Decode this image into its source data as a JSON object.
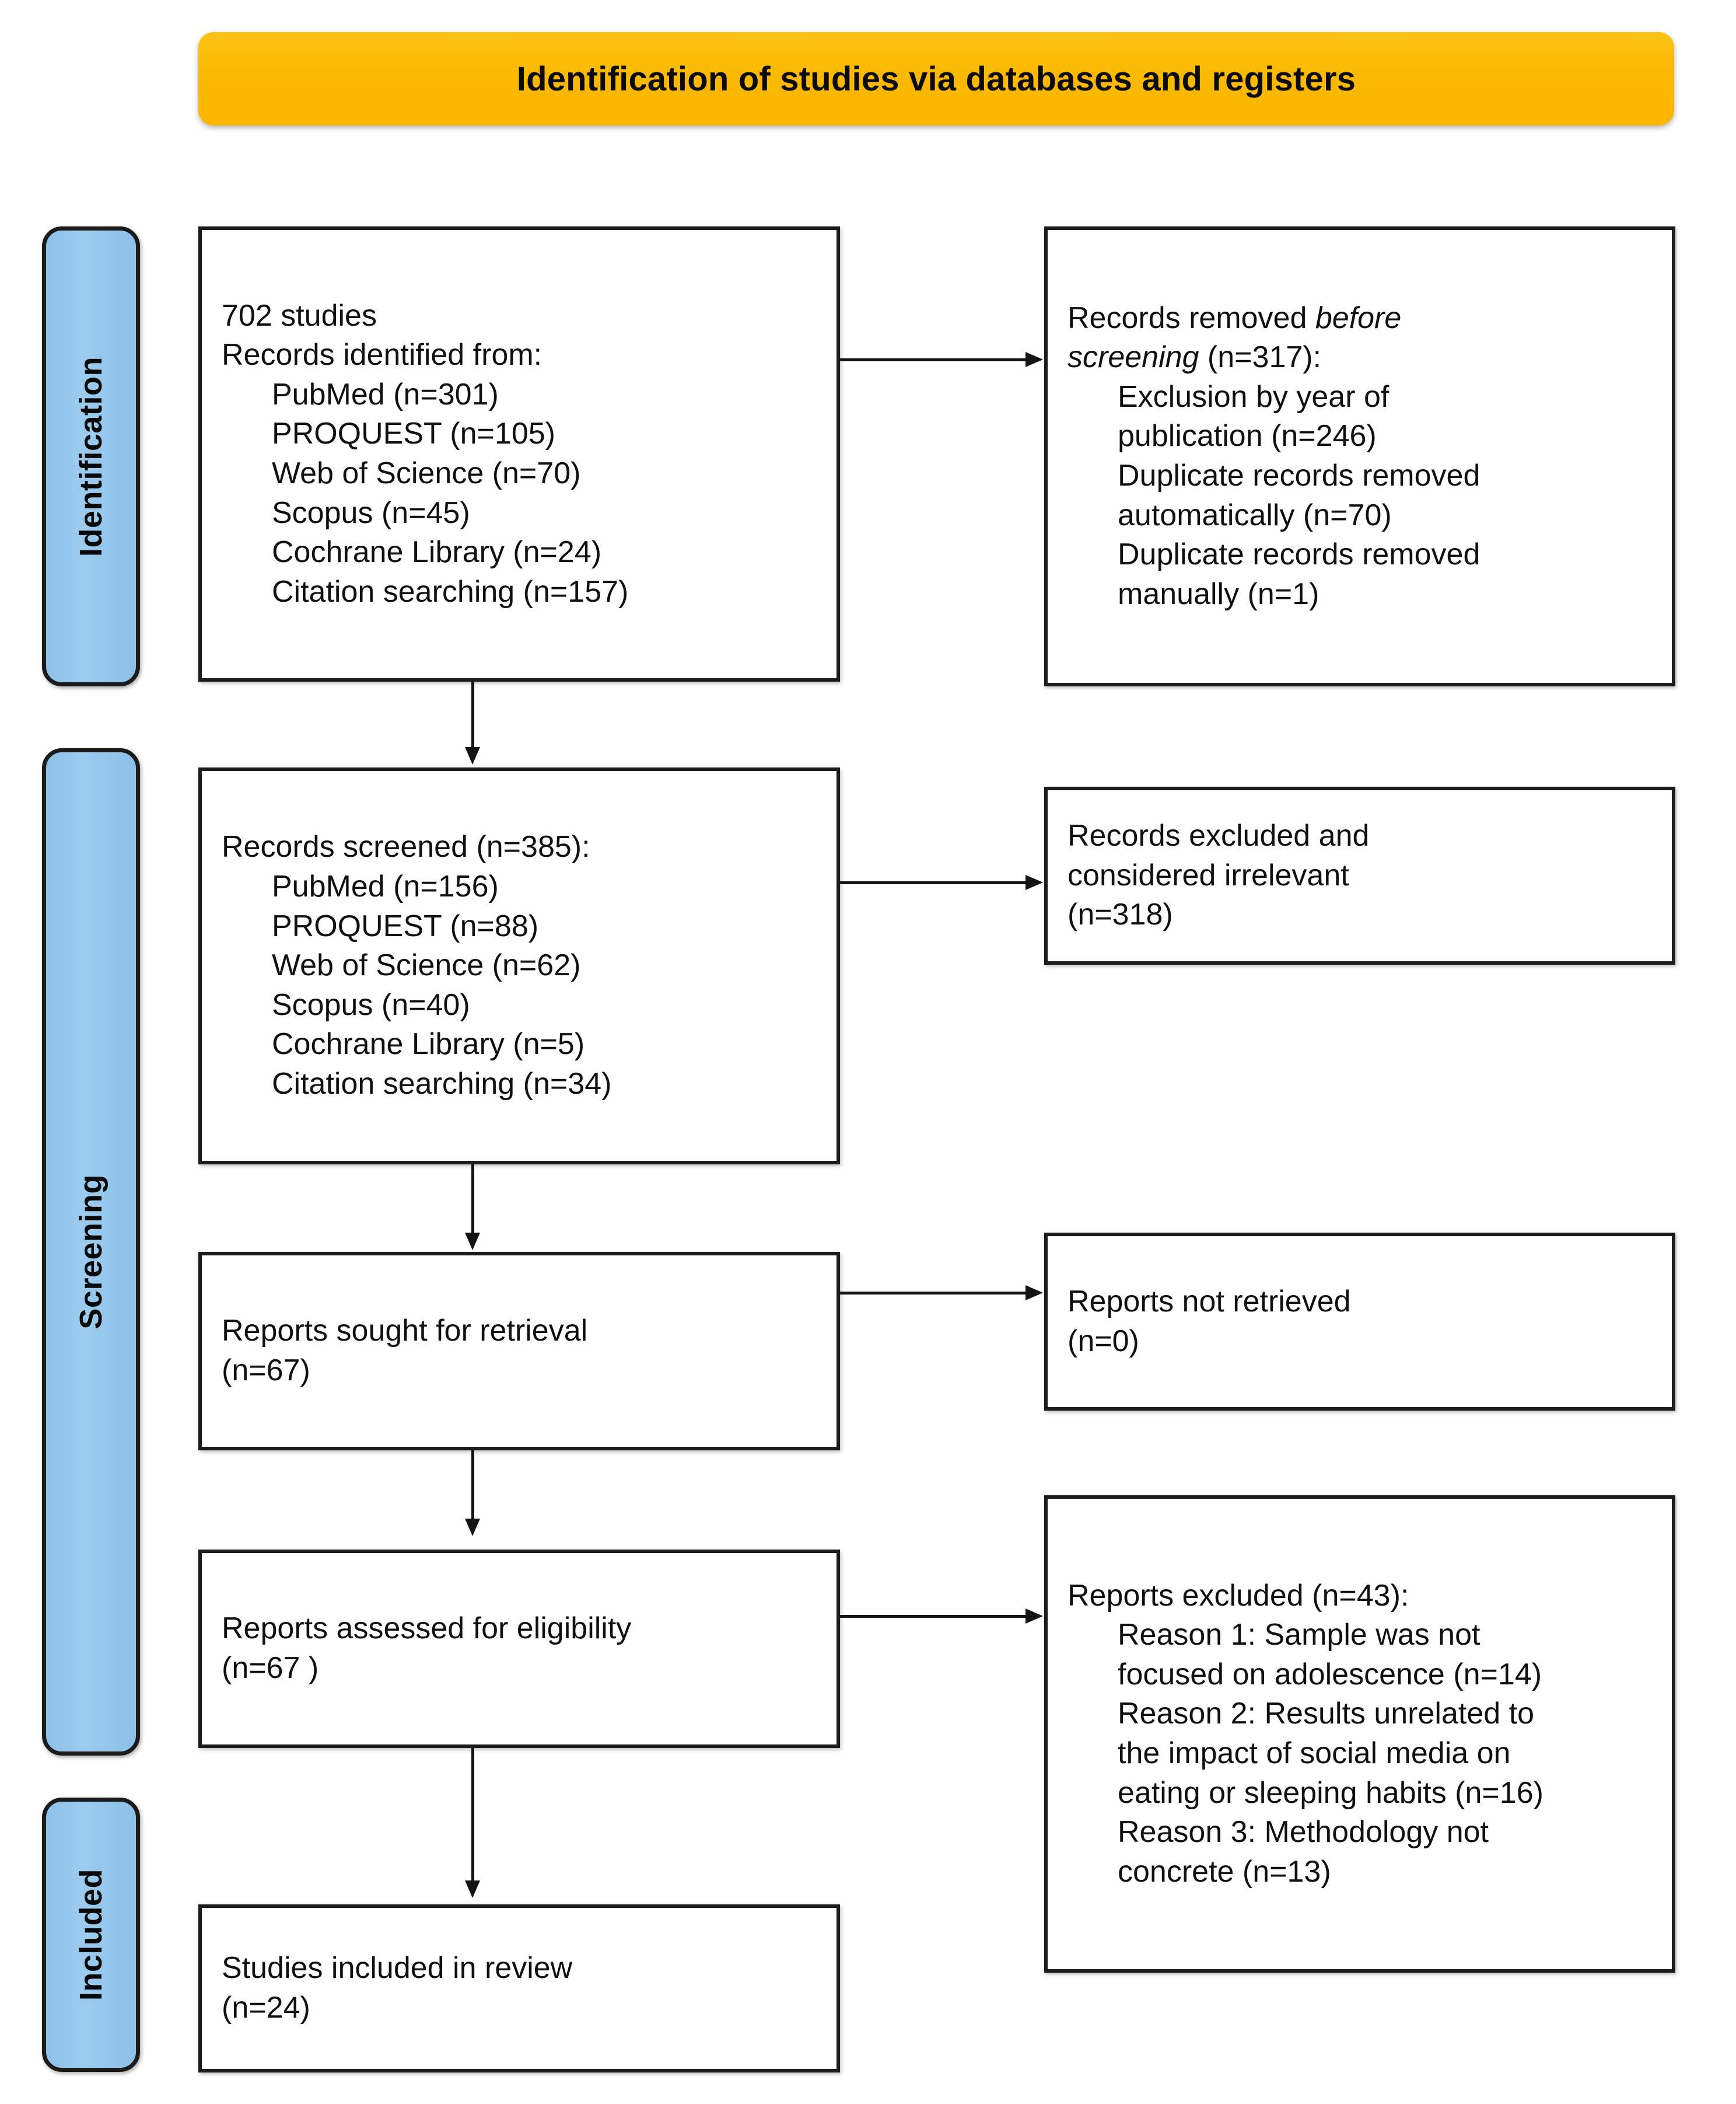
{
  "banner": {
    "title": "Identification of studies via databases and registers",
    "color": "#fbba0b"
  },
  "stages": [
    {
      "label": "Identification"
    },
    {
      "label": "Screening"
    },
    {
      "label": "Included"
    }
  ],
  "stage_color": "#8cc1e8",
  "boxes": {
    "identified": {
      "lines": [
        {
          "text": "702 studies",
          "indent": false
        },
        {
          "text": "Records identified from:",
          "indent": false
        },
        {
          "text": "PubMed (n=301)",
          "indent": true
        },
        {
          "text": "PROQUEST (n=105)",
          "indent": true
        },
        {
          "text": "Web of Science (n=70)",
          "indent": true
        },
        {
          "text": "Scopus (n=45)",
          "indent": true
        },
        {
          "text": "Cochrane Library (n=24)",
          "indent": true
        },
        {
          "text": "Citation searching (n=157)",
          "indent": true
        }
      ]
    },
    "removed_before_screening": {
      "lines": [
        {
          "text_pre": "Records removed ",
          "text_italic": "before",
          "text_post": "",
          "indent": false
        },
        {
          "text_italic": "screening",
          "text_post": " (n=317):",
          "text_pre": "",
          "indent": false
        },
        {
          "text": "Exclusion by year of",
          "indent": true
        },
        {
          "text": "publication (n=246)",
          "indent": true
        },
        {
          "text": "Duplicate records removed",
          "indent": true
        },
        {
          "text": "automatically (n=70)",
          "indent": true
        },
        {
          "text": "Duplicate records removed",
          "indent": true
        },
        {
          "text": "manually (n=1)",
          "indent": true
        }
      ]
    },
    "screened": {
      "lines": [
        {
          "text": "Records screened (n=385):",
          "indent": false
        },
        {
          "text": "PubMed (n=156)",
          "indent": true
        },
        {
          "text": "PROQUEST (n=88)",
          "indent": true
        },
        {
          "text": "Web of Science (n=62)",
          "indent": true
        },
        {
          "text": "Scopus (n=40)",
          "indent": true
        },
        {
          "text": "Cochrane Library (n=5)",
          "indent": true
        },
        {
          "text": "Citation searching (n=34)",
          "indent": true
        }
      ]
    },
    "records_excluded": {
      "lines": [
        {
          "text": "Records excluded and",
          "indent": false
        },
        {
          "text": "considered irrelevant",
          "indent": false
        },
        {
          "text": "(n=318)",
          "indent": false
        }
      ]
    },
    "sought_for_retrieval": {
      "lines": [
        {
          "text": "Reports sought for retrieval",
          "indent": false
        },
        {
          "text": "(n=67)",
          "indent": false
        }
      ]
    },
    "not_retrieved": {
      "lines": [
        {
          "text": "Reports not retrieved",
          "indent": false
        },
        {
          "text": "(n=0)",
          "indent": false
        }
      ]
    },
    "assessed_eligibility": {
      "lines": [
        {
          "text": "Reports assessed for eligibility",
          "indent": false
        },
        {
          "text": "(n=67 )",
          "indent": false
        }
      ]
    },
    "reports_excluded": {
      "lines": [
        {
          "text": "Reports excluded (n=43):",
          "indent": false
        },
        {
          "text": "Reason 1: Sample was not",
          "indent": true
        },
        {
          "text": "focused on adolescence (n=14)",
          "indent": true
        },
        {
          "text": "Reason 2: Results unrelated to",
          "indent": true
        },
        {
          "text": "the impact of social media on",
          "indent": true
        },
        {
          "text": "eating or sleeping habits (n=16)",
          "indent": true
        },
        {
          "text": "Reason 3: Methodology not",
          "indent": true
        },
        {
          "text": "concrete (n=13)",
          "indent": true
        }
      ]
    },
    "included_in_review": {
      "lines": [
        {
          "text": "Studies included in review",
          "indent": false
        },
        {
          "text": "(n=24)",
          "indent": false
        }
      ]
    }
  },
  "chart_data": {
    "type": "diagram",
    "title": "Identification of studies via databases and registers",
    "nodes": [
      {
        "id": "identified",
        "stage": "Identification",
        "label": "702 studies / Records identified from",
        "n": 702,
        "breakdown": {
          "PubMed": 301,
          "PROQUEST": 105,
          "Web of Science": 70,
          "Scopus": 45,
          "Cochrane Library": 24,
          "Citation searching": 157
        }
      },
      {
        "id": "removed_before_screening",
        "stage": "Identification",
        "label": "Records removed before screening",
        "n": 317,
        "breakdown": {
          "Exclusion by year of publication": 246,
          "Duplicate records removed automatically": 70,
          "Duplicate records removed manually": 1
        }
      },
      {
        "id": "screened",
        "stage": "Screening",
        "label": "Records screened",
        "n": 385,
        "breakdown": {
          "PubMed": 156,
          "PROQUEST": 88,
          "Web of Science": 62,
          "Scopus": 40,
          "Cochrane Library": 5,
          "Citation searching": 34
        }
      },
      {
        "id": "records_excluded",
        "stage": "Screening",
        "label": "Records excluded and considered irrelevant",
        "n": 318
      },
      {
        "id": "sought_for_retrieval",
        "stage": "Screening",
        "label": "Reports sought for retrieval",
        "n": 67
      },
      {
        "id": "not_retrieved",
        "stage": "Screening",
        "label": "Reports not retrieved",
        "n": 0
      },
      {
        "id": "assessed_eligibility",
        "stage": "Screening",
        "label": "Reports assessed for eligibility",
        "n": 67
      },
      {
        "id": "reports_excluded",
        "stage": "Screening",
        "label": "Reports excluded",
        "n": 43,
        "breakdown": {
          "Reason 1: Sample was not focused on adolescence": 14,
          "Reason 2: Results unrelated to the impact of social media on eating or sleeping habits": 16,
          "Reason 3: Methodology not concrete": 13
        }
      },
      {
        "id": "included_in_review",
        "stage": "Included",
        "label": "Studies included in review",
        "n": 24
      }
    ],
    "edges": [
      {
        "from": "identified",
        "to": "removed_before_screening",
        "direction": "right"
      },
      {
        "from": "identified",
        "to": "screened",
        "direction": "down"
      },
      {
        "from": "screened",
        "to": "records_excluded",
        "direction": "right"
      },
      {
        "from": "screened",
        "to": "sought_for_retrieval",
        "direction": "down"
      },
      {
        "from": "sought_for_retrieval",
        "to": "not_retrieved",
        "direction": "right"
      },
      {
        "from": "sought_for_retrieval",
        "to": "assessed_eligibility",
        "direction": "down"
      },
      {
        "from": "assessed_eligibility",
        "to": "reports_excluded",
        "direction": "right"
      },
      {
        "from": "assessed_eligibility",
        "to": "included_in_review",
        "direction": "down"
      }
    ]
  }
}
